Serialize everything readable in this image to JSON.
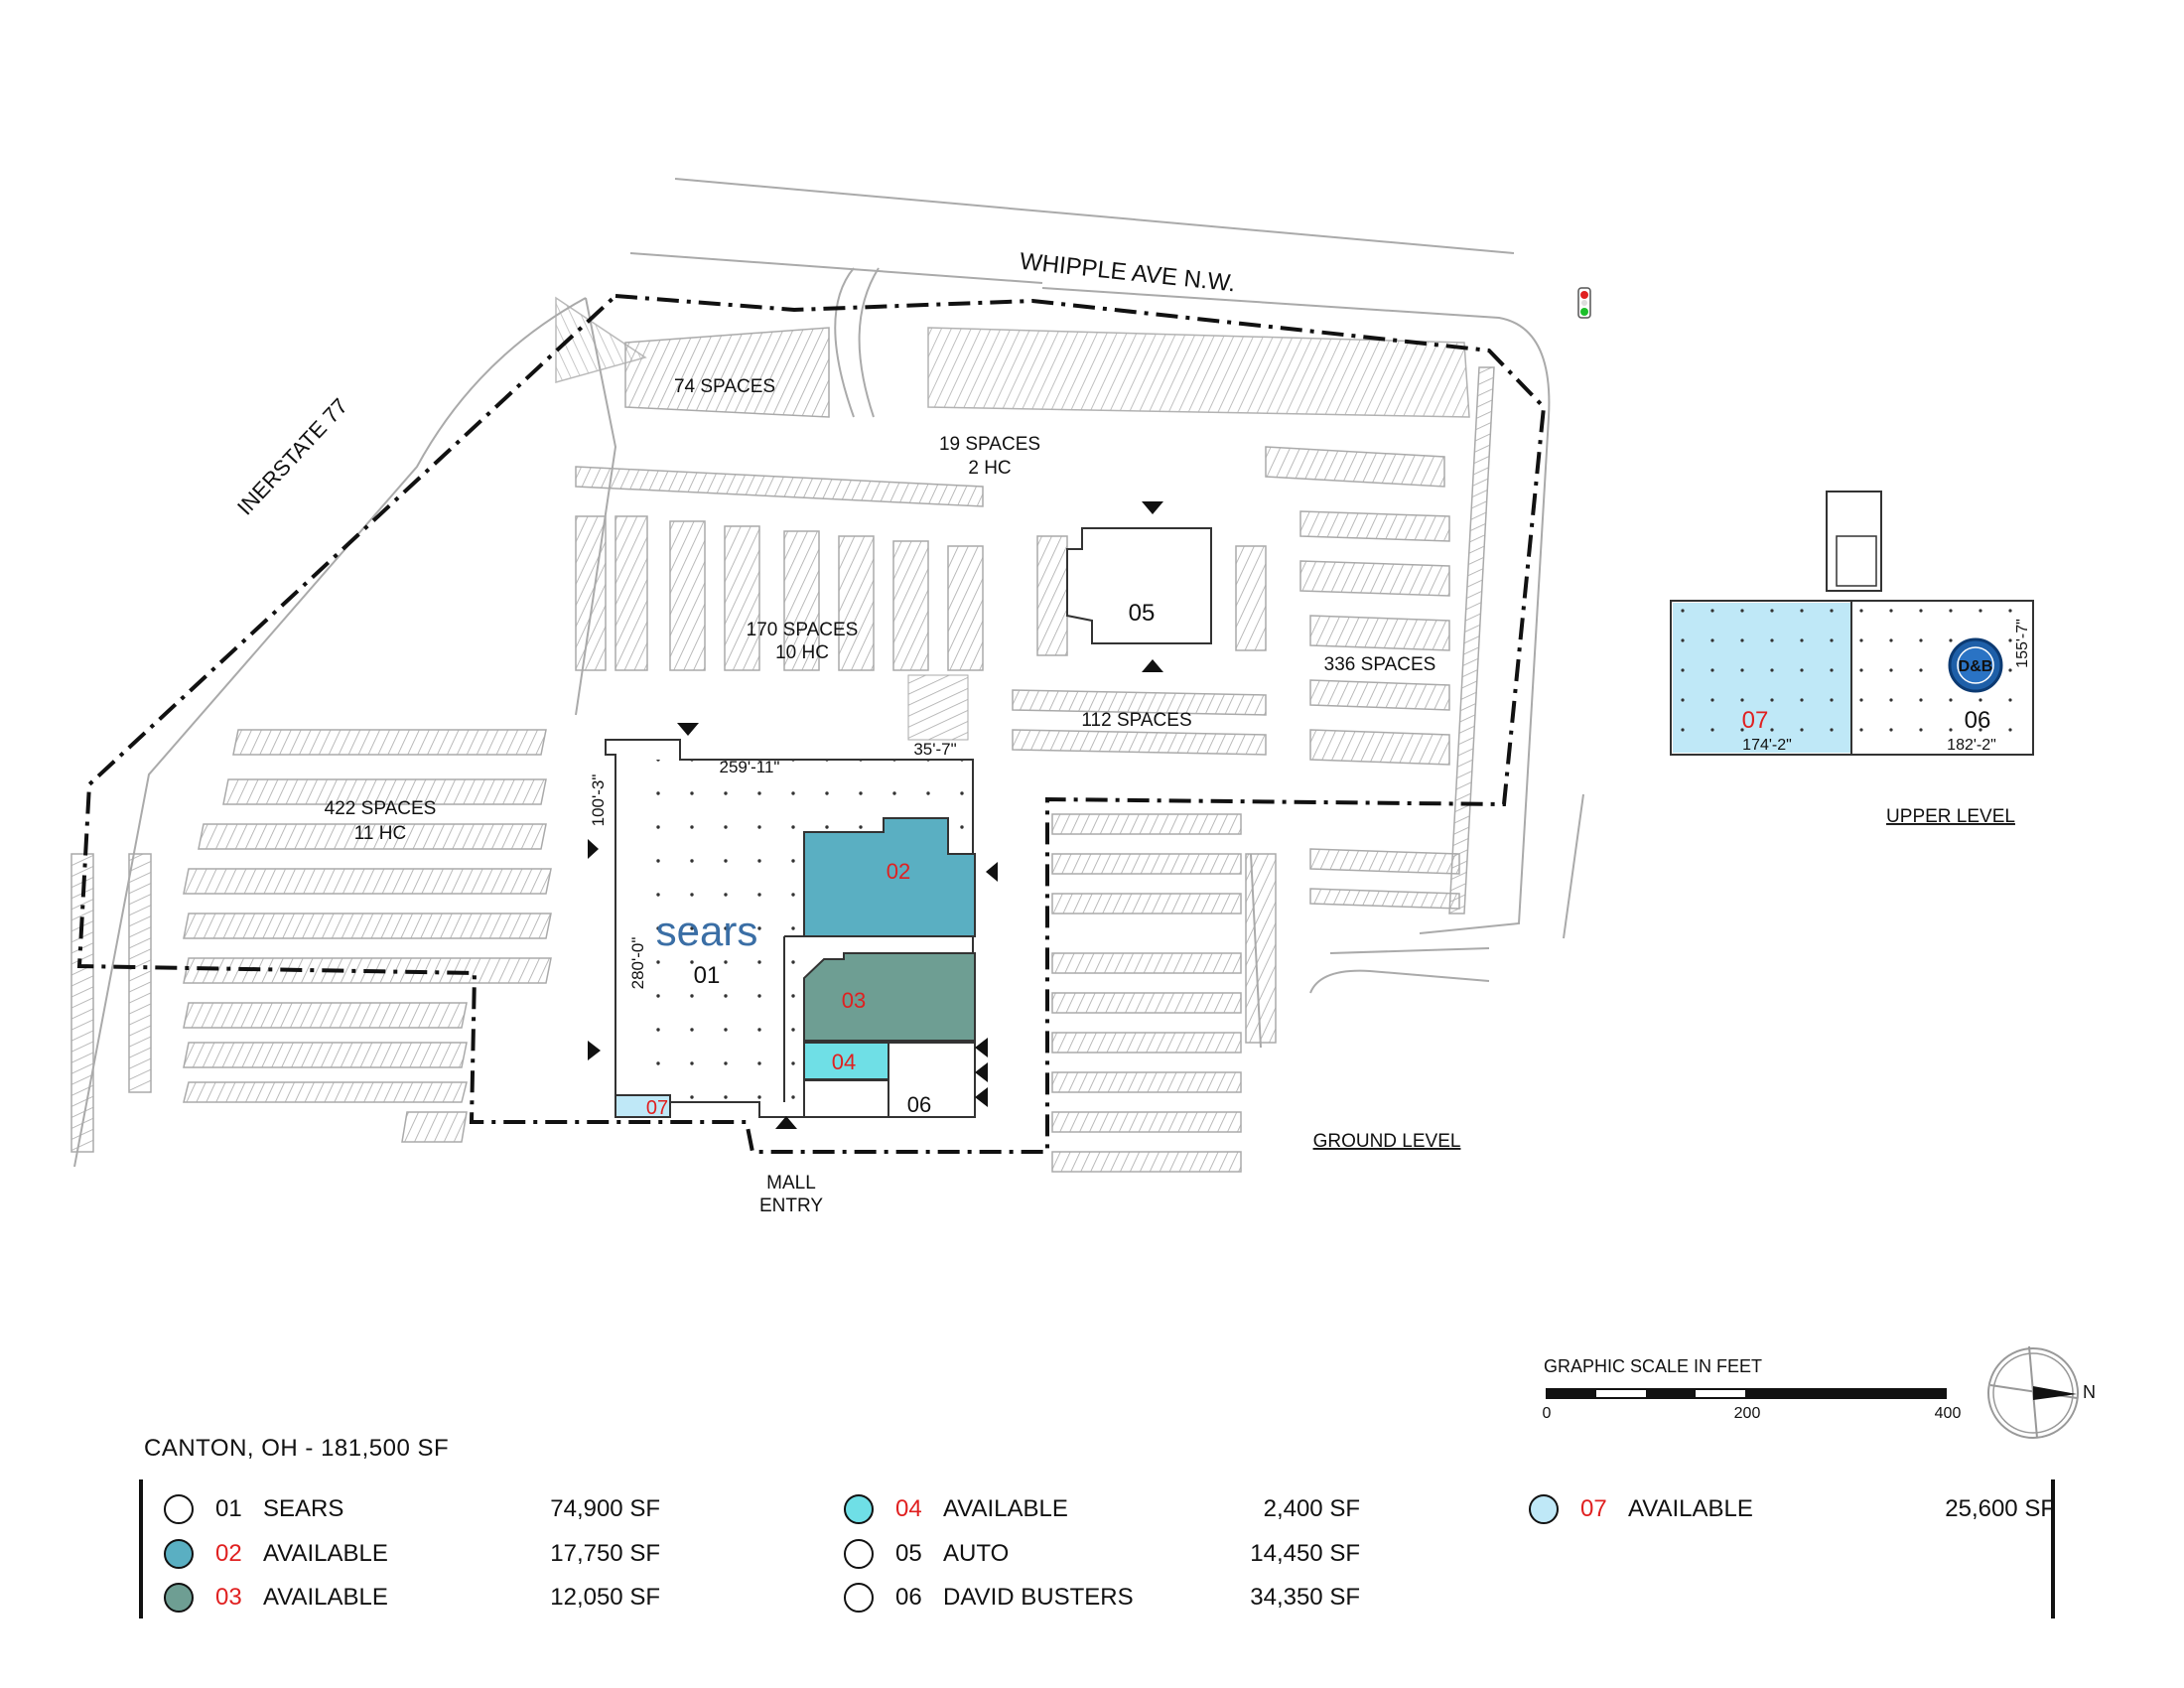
{
  "map": {
    "road_north": "WHIPPLE AVE N.W.",
    "road_west": "INERSTATE 77",
    "parking": {
      "lot_a": "74 SPACES",
      "lot_b_line1": "19 SPACES",
      "lot_b_line2": "2 HC",
      "lot_c_line1": "170 SPACES",
      "lot_c_line2": "10 HC",
      "lot_d": "336 SPACES",
      "lot_e": "112 SPACES",
      "lot_f_line1": "422 SPACES",
      "lot_f_line2": "11 HC"
    },
    "dimensions": {
      "width_main": "259'-11\"",
      "width_side": "35'-7\"",
      "depth_north": "100'-3\"",
      "depth_main": "280'-0\"",
      "upper_w1": "174'-2\"",
      "upper_w2": "182'-2\"",
      "upper_depth": "155'-7\""
    },
    "brand_sears": "sears",
    "dnb_logo_text": "D&B",
    "mall_entry_line1": "MALL",
    "mall_entry_line2": "ENTRY",
    "ground_level": "GROUND LEVEL",
    "upper_level": "UPPER LEVEL",
    "scale_title": "GRAPHIC SCALE IN FEET",
    "scale_ticks": [
      "0",
      "200",
      "400"
    ],
    "north": "N",
    "units": {
      "u01": "01",
      "u02": "02",
      "u03": "03",
      "u04": "04",
      "u05": "05",
      "u06": "06",
      "u07": "07",
      "upper_07": "07",
      "upper_06": "06"
    }
  },
  "legend": {
    "title": "CANTON, OH - 181,500 SF",
    "items": [
      {
        "num": "01",
        "name": "SEARS",
        "size": "74,900 SF",
        "color": "#ffffff",
        "num_red": false
      },
      {
        "num": "02",
        "name": "AVAILABLE",
        "size": "17,750 SF",
        "color": "#5aafc2",
        "num_red": true
      },
      {
        "num": "03",
        "name": "AVAILABLE",
        "size": "12,050 SF",
        "color": "#6e9e93",
        "num_red": true
      },
      {
        "num": "04",
        "name": "AVAILABLE",
        "size": "2,400 SF",
        "color": "#6fdfe6",
        "num_red": true
      },
      {
        "num": "05",
        "name": "AUTO",
        "size": "14,450 SF",
        "color": "#ffffff",
        "num_red": false
      },
      {
        "num": "06",
        "name": "DAVID BUSTERS",
        "size": "34,350 SF",
        "color": "#ffffff",
        "num_red": false
      },
      {
        "num": "07",
        "name": "AVAILABLE",
        "size": "25,600 SF",
        "color": "#bfe8f7",
        "num_red": true
      }
    ]
  },
  "colors": {
    "u02": "#5aafc2",
    "u03": "#6e9e93",
    "u04": "#6fdfe6",
    "u07": "#bfe8f7",
    "label_red": "#e02020",
    "sears_blue": "#3a6ea5",
    "dnb_blue": "#1e5fa8"
  }
}
